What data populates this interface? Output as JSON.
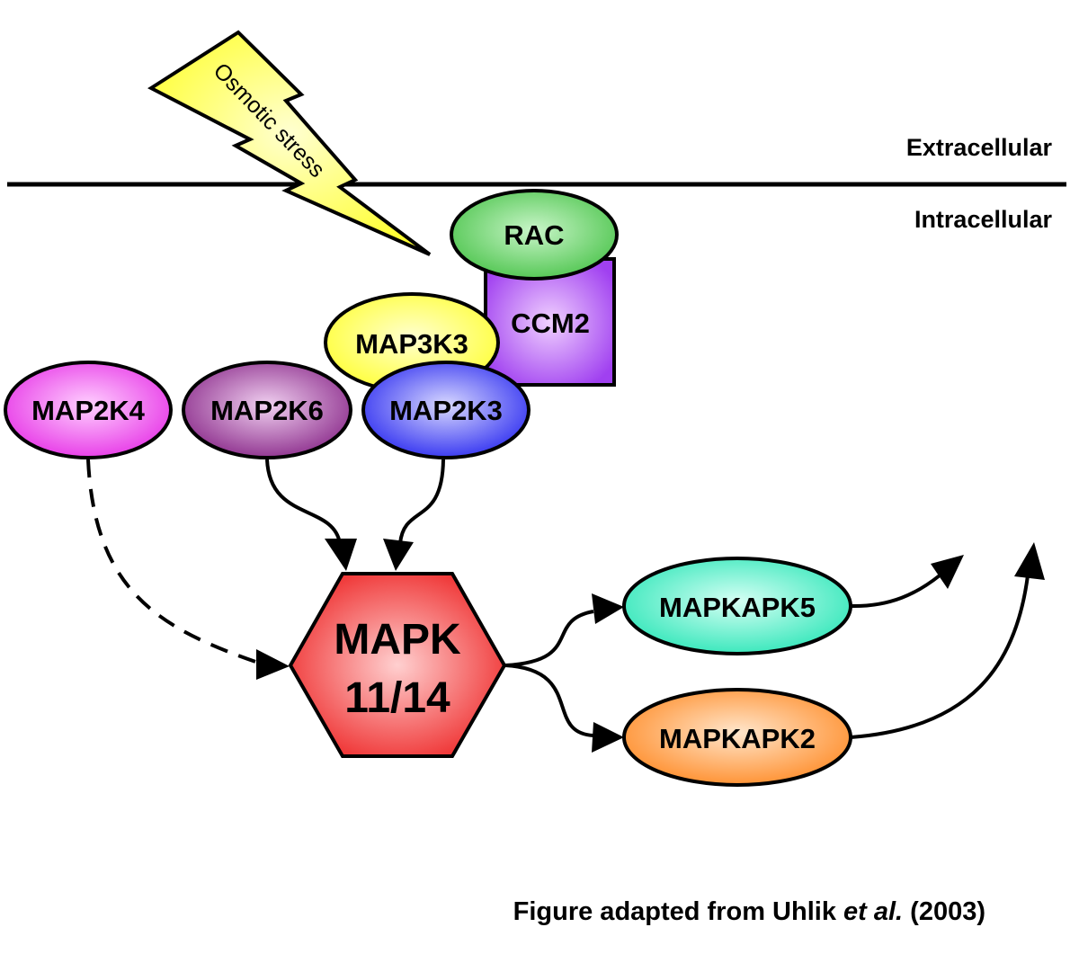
{
  "labels": {
    "extracellular": "Extracellular",
    "intracellular": "Intracellular",
    "stimulus": "Osmotic stress"
  },
  "nodes": {
    "rac": "RAC",
    "ccm2": "CCM2",
    "map3k3": "MAP3K3",
    "map2k4": "MAP2K4",
    "map2k6": "MAP2K6",
    "map2k3": "MAP2K3",
    "mapk_line1": "MAPK",
    "mapk_line2": "11/14",
    "mapkapk5": "MAPKAPK5",
    "mapkapk2": "MAPKAPK2"
  },
  "caption": {
    "before": "Figure adapted from Uhlik ",
    "italic": "et al.",
    "after": " (2003)"
  },
  "colors": {
    "rac": "#4cc44c",
    "ccm2": "#a040f0",
    "map3k3": "#ffff33",
    "map2k4": "#e633e6",
    "map2k6": "#8a2a8a",
    "map2k3": "#2d2df0",
    "mapk": "#ee2828",
    "mapkapk5": "#2ee6b8",
    "mapkapk2": "#ff8c28",
    "stimulus": "#ffff66"
  }
}
